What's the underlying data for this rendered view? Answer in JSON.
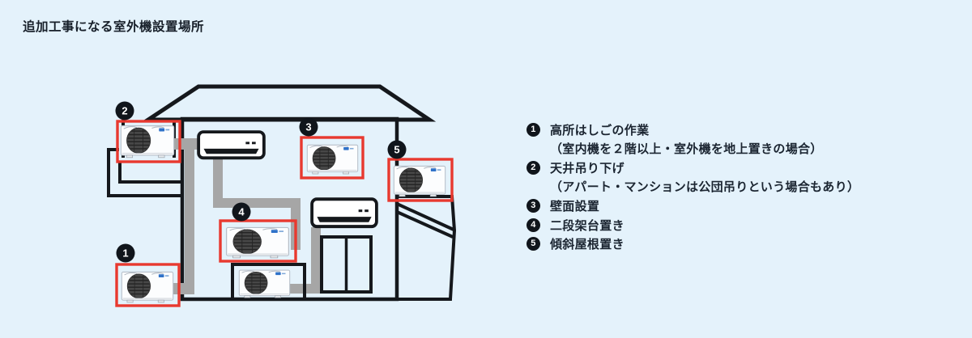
{
  "title": "追加工事になる室外機設置場所",
  "colors": {
    "background": "#e4f2fb",
    "highlight_red": "#e8392f",
    "pipe_gray": "#a6a6a6",
    "badge_black": "#10151b",
    "logo_blue": "#2f72c9"
  },
  "diagram": {
    "description_icons": [
      "house-outline-icon",
      "roof-icon",
      "annex-sloped-roof-icon",
      "indoor-unit-icon",
      "outdoor-unit-icon",
      "window-icon",
      "pipe-icon",
      "numbered-circle-marker-icon"
    ],
    "markers": [
      {
        "number": "1"
      },
      {
        "number": "2"
      },
      {
        "number": "3"
      },
      {
        "number": "4"
      },
      {
        "number": "5"
      }
    ]
  },
  "legend": {
    "items": [
      {
        "number": "1",
        "label": "高所はしごの作業",
        "note": "（室内機を２階以上・室外機を地上置きの場合）"
      },
      {
        "number": "2",
        "label": "天井吊り下げ",
        "note": "（アパート・マンションは公団吊りという場合もあり）"
      },
      {
        "number": "3",
        "label": "壁面設置",
        "note": ""
      },
      {
        "number": "4",
        "label": "二段架台置き",
        "note": ""
      },
      {
        "number": "5",
        "label": "傾斜屋根置き",
        "note": ""
      }
    ]
  }
}
